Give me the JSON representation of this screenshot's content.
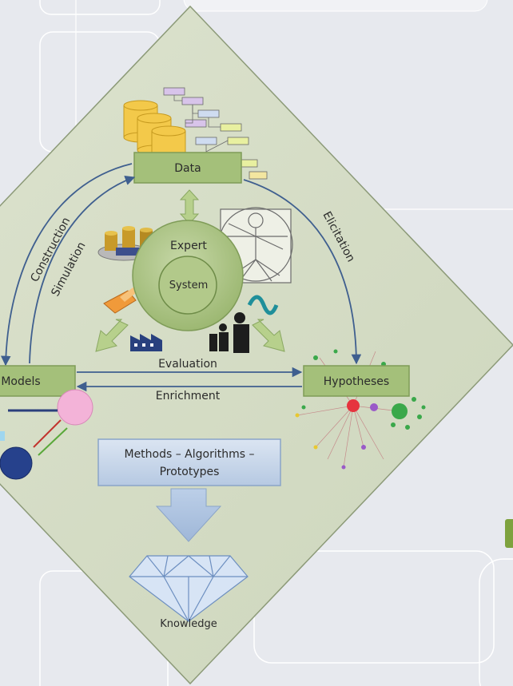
{
  "diagram": {
    "nodes": {
      "data": "Data",
      "models": "Models",
      "hypotheses": "Hypotheses",
      "expert": "Expert",
      "system": "System",
      "methods_line1": "Methods – Algorithms –",
      "methods_line2": "Prototypes",
      "knowledge": "Knowledge"
    },
    "edges": {
      "construction": "Construction",
      "simulation": "Simulation",
      "elicitation": "Elicitation",
      "evaluation": "Evaluation",
      "enrichment": "Enrichment"
    }
  },
  "colors": {
    "background": "#e7e9ee",
    "diamond_fill": "#d5dcc6",
    "node_fill": "#a4c07a",
    "node_stroke": "#7f9c58",
    "methods_fill": "#c4d4e8",
    "arrow_blue": "#3f5f8f",
    "green_arrow": "#9fbf6a"
  }
}
